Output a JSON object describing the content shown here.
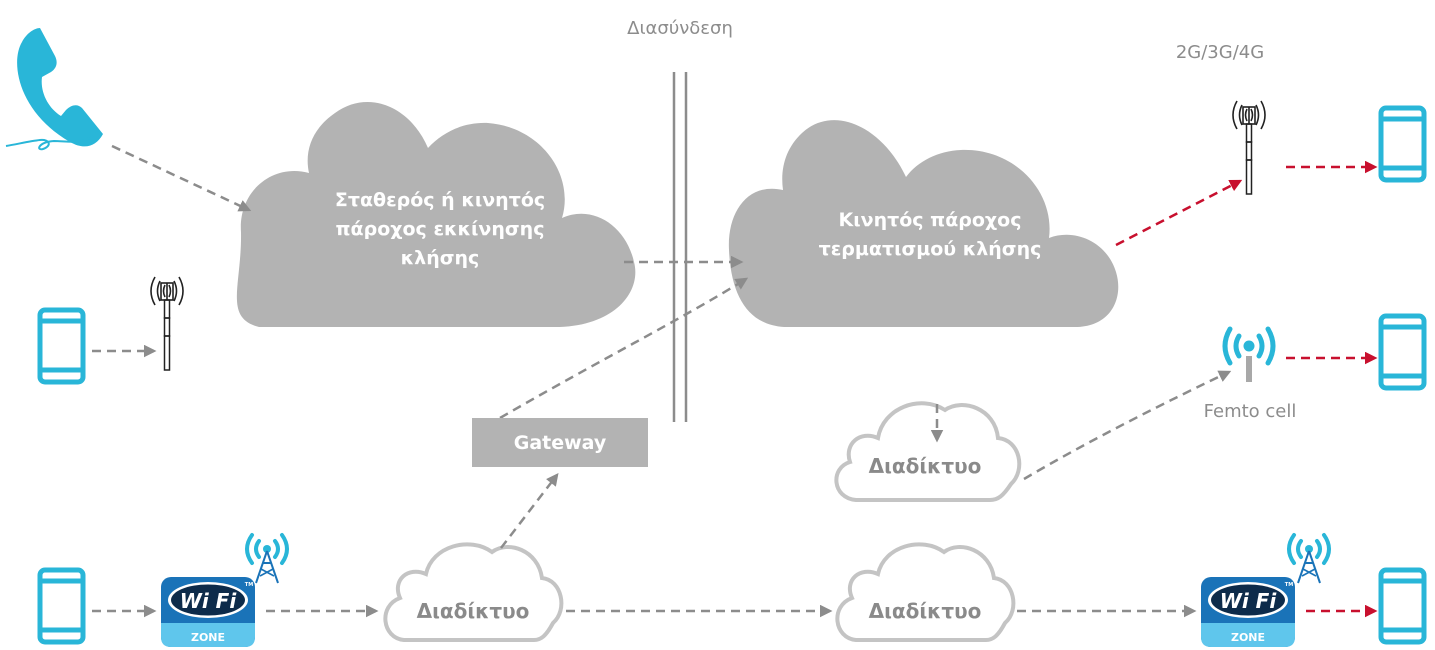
{
  "labels": {
    "interconnection": "Διασύνδεση",
    "network_generations": "2G/3G/4G",
    "femto_cell": "Femto cell",
    "gateway": "Gateway",
    "origin_provider": "Σταθερός ή κινητός πάροχος εκκίνησης κλήσης",
    "termination_provider": "Κινητός πάροχος τερματισμού κλήσης",
    "internet_femto": "Διαδίκτυο",
    "internet_left": "Διαδίκτυο",
    "internet_right": "Διαδίκτυο"
  },
  "wifi_badge": {
    "logo": "Wi Fi",
    "zone": "ZONE",
    "tm": "TM"
  },
  "icons": {
    "phone": "telephone-handset-icon",
    "mobile": "smartphone-icon",
    "tower": "cell-tower-icon",
    "femto": "femto-cell-icon",
    "wifi": "wifi-zone-icon"
  },
  "colors": {
    "cyan": "#29b6d8",
    "cloud_fill": "#b3b3b3",
    "cloud_outline": "#c4c4c4",
    "arrow_gray": "#8c8c8c",
    "arrow_red": "#c8102e",
    "wifi_blue": "#1a73b8"
  }
}
